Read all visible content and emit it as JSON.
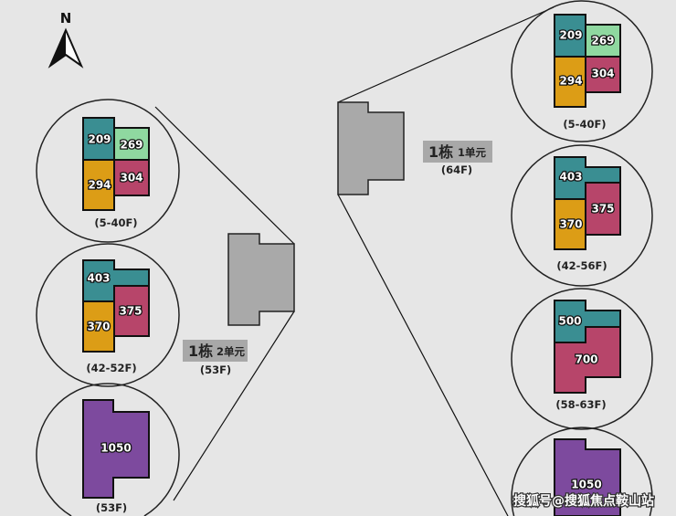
{
  "compass": {
    "label": "N"
  },
  "colors": {
    "teal": "#3a8e92",
    "green": "#8fd8a0",
    "orange": "#dc9d16",
    "red": "#b7456a",
    "purple": "#7d4a9e",
    "building": "#a9a9a9"
  },
  "unit2": {
    "title": "1栋",
    "unit": "2单元",
    "floors": "(53F)",
    "plans": [
      {
        "floors": "(5-40F)",
        "areas": [
          "209",
          "269",
          "294",
          "304"
        ]
      },
      {
        "floors": "(42-52F)",
        "areas": [
          "403",
          "375",
          "370"
        ]
      },
      {
        "floors": "(53F)",
        "areas": [
          "1050"
        ]
      }
    ]
  },
  "unit1": {
    "title": "1栋",
    "unit": "1单元",
    "floors": "(64F)",
    "plans": [
      {
        "floors": "(5-40F)",
        "areas": [
          "209",
          "269",
          "294",
          "304"
        ]
      },
      {
        "floors": "(42-56F)",
        "areas": [
          "403",
          "375",
          "370"
        ]
      },
      {
        "floors": "(58-63F)",
        "areas": [
          "500",
          "700"
        ]
      },
      {
        "floors": "",
        "areas": [
          "1050"
        ]
      }
    ]
  },
  "watermark": "搜狐号@搜狐焦点鞍山站"
}
